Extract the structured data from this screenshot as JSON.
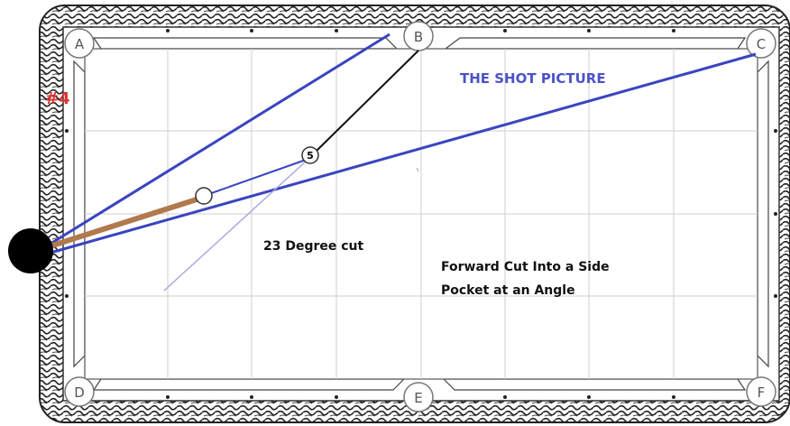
{
  "title": "THE SHOT PICTURE",
  "shot_number": "#4",
  "cut_label": "23 Degree cut",
  "description": [
    "Forward Cut Into a Side",
    "Pocket at an Angle"
  ],
  "ball_number": "5",
  "pockets": [
    "A",
    "B",
    "C",
    "D",
    "E",
    "F"
  ],
  "colors": {
    "aim_line": "#3a44c0",
    "cue_stick": "#b07a4e",
    "title": "#4a53c7",
    "shot_number": "#d33333"
  }
}
